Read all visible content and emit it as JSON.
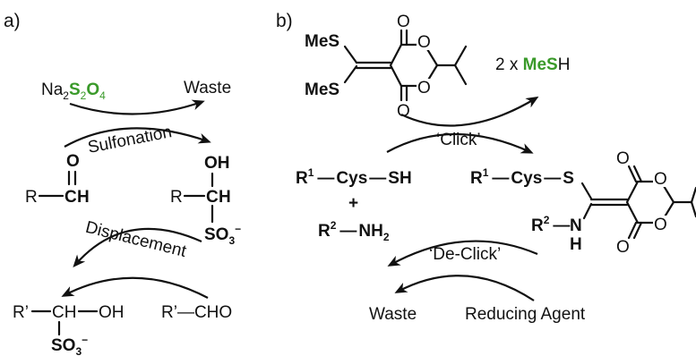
{
  "colors": {
    "black": "#111111",
    "green": "#3a9a2a",
    "red": "#b3141e",
    "blue": "#1c2fb0"
  },
  "panel_a": {
    "label": "a)",
    "reagent_prefix": "Na",
    "reagent_sub1": "2",
    "reagent_s": "S",
    "reagent_sub2": "2",
    "reagent_o": "O",
    "reagent_sub3": "4",
    "waste": "Waste",
    "sulfonation": "Sulfonation",
    "aldehyde_r": "R",
    "aldehyde_c": "C",
    "aldehyde_h": "H",
    "aldehyde_o": "O",
    "adduct_r": "R",
    "adduct_c": "C",
    "adduct_h": "H",
    "adduct_o": "O",
    "adduct_oh_h": "H",
    "adduct_so3": "SO",
    "adduct_so3_sub": "3",
    "adduct_so3_sup": "−",
    "displacement": "Displacement",
    "new_aldehyde": "R’—CHO",
    "product_r": "R’",
    "product_ch": "CH",
    "product_oh": "OH",
    "product_so3": "SO",
    "product_so3_sub": "3",
    "product_so3_sup": "−"
  },
  "panel_b": {
    "label": "b)",
    "mes_top": "MeS",
    "mes_bottom": "MeS",
    "o_labels": [
      "O",
      "O",
      "O",
      "O"
    ],
    "byproduct_prefix": "2 x ",
    "byproduct_mes": "Me",
    "byproduct_s": "S",
    "byproduct_h": "H",
    "click": "‘Click’",
    "de_click": "‘De-Click’",
    "r1": "R",
    "r1_sup": "1",
    "cys": "Cys",
    "sh": "SH",
    "plus": "+",
    "r2": "R",
    "r2_sup": "2",
    "nh": "NH",
    "nh_sub": "2",
    "product_r1": "R",
    "product_r1_sup": "1",
    "product_cys": "Cys",
    "product_s": "S",
    "product_r2": "R",
    "product_r2_sup": "2",
    "product_n": "N",
    "product_h": "H",
    "product_o_labels": [
      "O",
      "O",
      "O",
      "O"
    ],
    "waste": "Waste",
    "reducing_agent": "Reducing Agent"
  }
}
